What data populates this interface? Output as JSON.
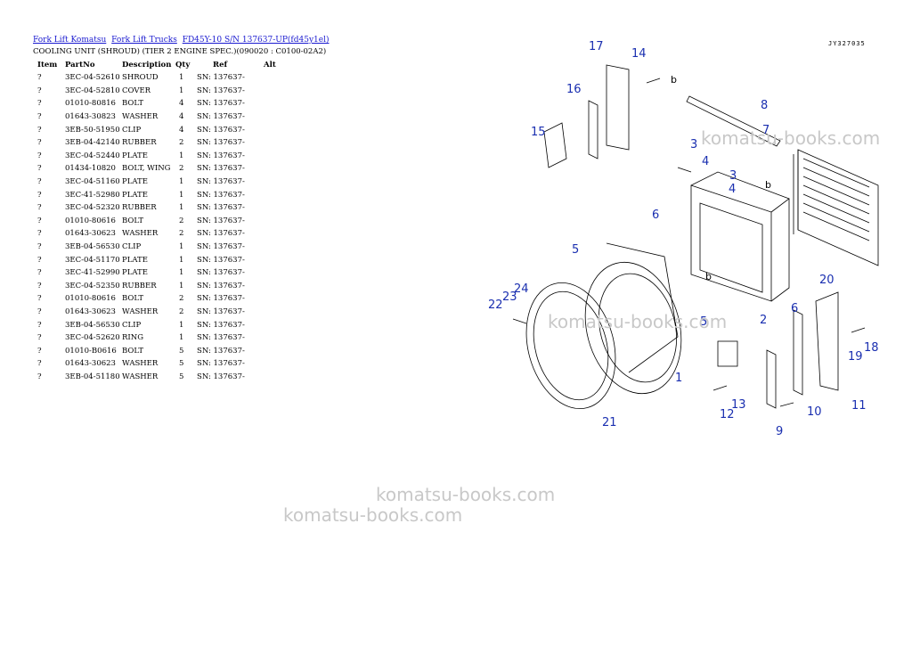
{
  "breadcrumb": [
    {
      "label": "Fork Lift Komatsu"
    },
    {
      "label": "Fork Lift Trucks"
    },
    {
      "label": "FD45Y-10 S/N 137637-UP(fd45y1el)"
    }
  ],
  "subtitle": "COOLING UNIT (SHROUD) (TIER 2 ENGINE SPEC.)(090020 : C0100-02A2)",
  "table": {
    "headers": {
      "item": "Item",
      "partno": "PartNo",
      "description": "Description",
      "qty": "Qty",
      "ref": "Ref",
      "alt": "Alt"
    },
    "rows": [
      {
        "item": "?",
        "partno": "3EC-04-52610",
        "description": "SHROUD",
        "qty": "1",
        "ref": "SN: 137637-"
      },
      {
        "item": "?",
        "partno": "3EC-04-52810",
        "description": "COVER",
        "qty": "1",
        "ref": "SN: 137637-"
      },
      {
        "item": "?",
        "partno": "01010-80816",
        "description": "BOLT",
        "qty": "4",
        "ref": "SN: 137637-"
      },
      {
        "item": "?",
        "partno": "01643-30823",
        "description": "WASHER",
        "qty": "4",
        "ref": "SN: 137637-"
      },
      {
        "item": "?",
        "partno": "3EB-50-51950",
        "description": "CLIP",
        "qty": "4",
        "ref": "SN: 137637-"
      },
      {
        "item": "?",
        "partno": "3EB-04-42140",
        "description": "RUBBER",
        "qty": "2",
        "ref": "SN: 137637-"
      },
      {
        "item": "?",
        "partno": "3EC-04-52440",
        "description": "PLATE",
        "qty": "1",
        "ref": "SN: 137637-"
      },
      {
        "item": "?",
        "partno": "01434-10820",
        "description": "BOLT, WING",
        "qty": "2",
        "ref": "SN: 137637-"
      },
      {
        "item": "?",
        "partno": "3EC-04-51160",
        "description": "PLATE",
        "qty": "1",
        "ref": "SN: 137637-"
      },
      {
        "item": "?",
        "partno": "3EC-41-52980",
        "description": "PLATE",
        "qty": "1",
        "ref": "SN: 137637-"
      },
      {
        "item": "?",
        "partno": "3EC-04-52320",
        "description": "RUBBER",
        "qty": "1",
        "ref": "SN: 137637-"
      },
      {
        "item": "?",
        "partno": "01010-80616",
        "description": "BOLT",
        "qty": "2",
        "ref": "SN: 137637-"
      },
      {
        "item": "?",
        "partno": "01643-30623",
        "description": "WASHER",
        "qty": "2",
        "ref": "SN: 137637-"
      },
      {
        "item": "?",
        "partno": "3EB-04-56530",
        "description": "CLIP",
        "qty": "1",
        "ref": "SN: 137637-"
      },
      {
        "item": "?",
        "partno": "3EC-04-51170",
        "description": "PLATE",
        "qty": "1",
        "ref": "SN: 137637-"
      },
      {
        "item": "?",
        "partno": "3EC-41-52990",
        "description": "PLATE",
        "qty": "1",
        "ref": "SN: 137637-"
      },
      {
        "item": "?",
        "partno": "3EC-04-52350",
        "description": "RUBBER",
        "qty": "1",
        "ref": "SN: 137637-"
      },
      {
        "item": "?",
        "partno": "01010-80616",
        "description": "BOLT",
        "qty": "2",
        "ref": "SN: 137637-"
      },
      {
        "item": "?",
        "partno": "01643-30623",
        "description": "WASHER",
        "qty": "2",
        "ref": "SN: 137637-"
      },
      {
        "item": "?",
        "partno": "3EB-04-56530",
        "description": "CLIP",
        "qty": "1",
        "ref": "SN: 137637-"
      },
      {
        "item": "?",
        "partno": "3EC-04-52620",
        "description": "RING",
        "qty": "1",
        "ref": "SN: 137637-"
      },
      {
        "item": "?",
        "partno": "01010-B0616",
        "description": "BOLT",
        "qty": "5",
        "ref": "SN: 137637-"
      },
      {
        "item": "?",
        "partno": "01643-30623",
        "description": "WASHER",
        "qty": "5",
        "ref": "SN: 137637-"
      },
      {
        "item": "?",
        "partno": "3EB-04-51180",
        "description": "WASHER",
        "qty": "5",
        "ref": "SN: 137637-"
      }
    ]
  },
  "diagram": {
    "code": "JY327035",
    "callouts": [
      "1",
      "2",
      "3",
      "3",
      "4",
      "4",
      "5",
      "5",
      "6",
      "6",
      "7",
      "8",
      "9",
      "10",
      "11",
      "12",
      "13",
      "14",
      "15",
      "16",
      "17",
      "18",
      "19",
      "20",
      "21",
      "22",
      "23",
      "24",
      "b",
      "b",
      "b"
    ],
    "callout_color": "#1a2fb0"
  },
  "watermarks": [
    "komatsu-books.com",
    "komatsu-books.com",
    "komatsu-books.com",
    "komatsu-books.com"
  ]
}
